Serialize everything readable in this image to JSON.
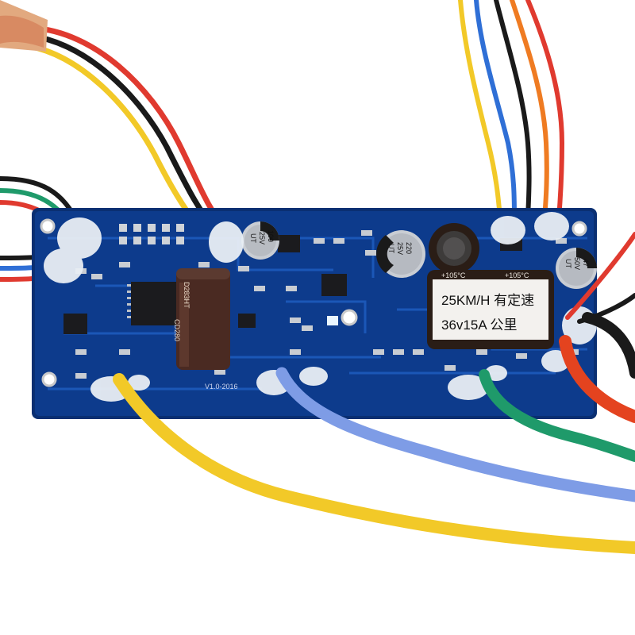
{
  "colors": {
    "background": "#ffffff",
    "pcb": "#0d3b8c",
    "pcb_edge": "#0a2f72",
    "trace": "#1f5fc2",
    "pad": "#d8d8d8",
    "wire_red": "#e03a2f",
    "wire_black": "#1a1a1a",
    "wire_yellow": "#f2c928",
    "wire_blue": "#2f6fd6",
    "wire_orange": "#ef7b22",
    "wire_green": "#1f9a6a",
    "wire_lightblue": "#7e9ce6",
    "heatshrink": "#e2a97f",
    "glue": "#e9eef4",
    "electrolytic_brown": "#4a2a22",
    "inductor_wrap": "#2a1d16"
  },
  "label": {
    "line1": "25KM/H  有定速",
    "line2": "36v15A  公里",
    "temp_left": "+105°C",
    "temp_right": "+105°C"
  },
  "capacitors": {
    "c100": [
      "100",
      "25V",
      "UT"
    ],
    "c220": [
      "220",
      "25V",
      "UT"
    ],
    "c47": [
      "47",
      "50V",
      "UT"
    ],
    "big_cap": [
      "D283HT",
      "CD280"
    ]
  },
  "silkscreen": {
    "version": "V1.0-2016"
  }
}
